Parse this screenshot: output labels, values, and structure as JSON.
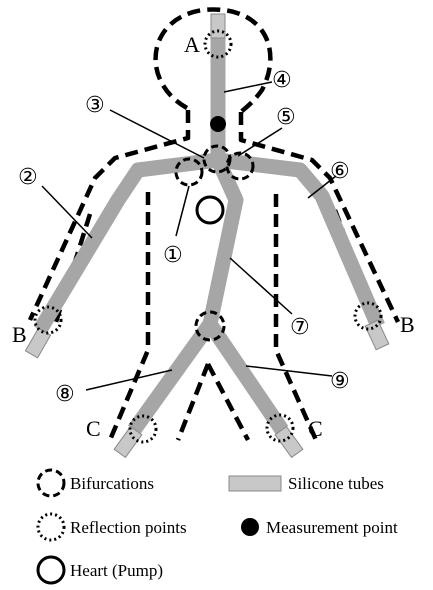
{
  "labels": {
    "A": "A",
    "B_left": "B",
    "B_right": "B",
    "C_left": "C",
    "C_right": "C"
  },
  "numbers": [
    "①",
    "②",
    "③",
    "④",
    "⑤",
    "⑥",
    "⑦",
    "⑧",
    "⑨"
  ],
  "legend": {
    "bifurcations": "Bifurcations",
    "silicone_tubes": "Silicone tubes",
    "reflection_points": "Reflection points",
    "measurement_point": "Measurement point",
    "heart_pump": "Heart (Pump)"
  },
  "colors": {
    "tube": "#a6a6a6",
    "tube_end": "#c8c8c8",
    "outline": "#000000"
  }
}
